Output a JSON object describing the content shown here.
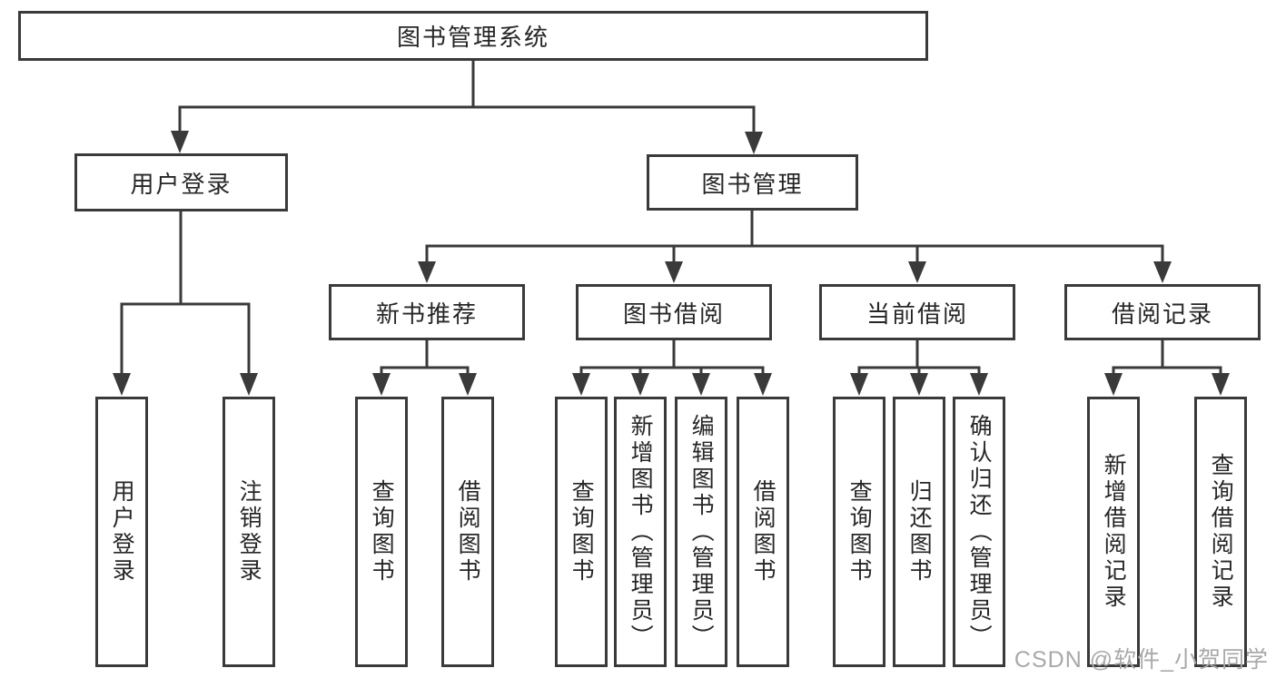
{
  "colors": {
    "line": "#3a3a3a",
    "box_border": "#3a3a3a",
    "text": "#262626",
    "watermark": "#a9a9a9",
    "background": "#ffffff"
  },
  "tree": {
    "label": "图书管理系统",
    "children": [
      {
        "label": "用户登录",
        "children": [
          {
            "label": "用户登录"
          },
          {
            "label": "注销登录"
          }
        ]
      },
      {
        "label": "图书管理",
        "children": [
          {
            "label": "新书推荐",
            "children": [
              {
                "label": "查询图书"
              },
              {
                "label": "借阅图书"
              }
            ]
          },
          {
            "label": "图书借阅",
            "children": [
              {
                "label": "查询图书"
              },
              {
                "label": "新增图书（管理员）"
              },
              {
                "label": "编辑图书（管理员）"
              },
              {
                "label": "借阅图书"
              }
            ]
          },
          {
            "label": "当前借阅",
            "children": [
              {
                "label": "查询图书"
              },
              {
                "label": "归还图书"
              },
              {
                "label": "确认归还（管理员）"
              }
            ]
          },
          {
            "label": "借阅记录",
            "children": [
              {
                "label": "新增借阅记录"
              },
              {
                "label": "查询借阅记录"
              }
            ]
          }
        ]
      }
    ]
  },
  "watermark": "CSDN @软件_小贺同学"
}
